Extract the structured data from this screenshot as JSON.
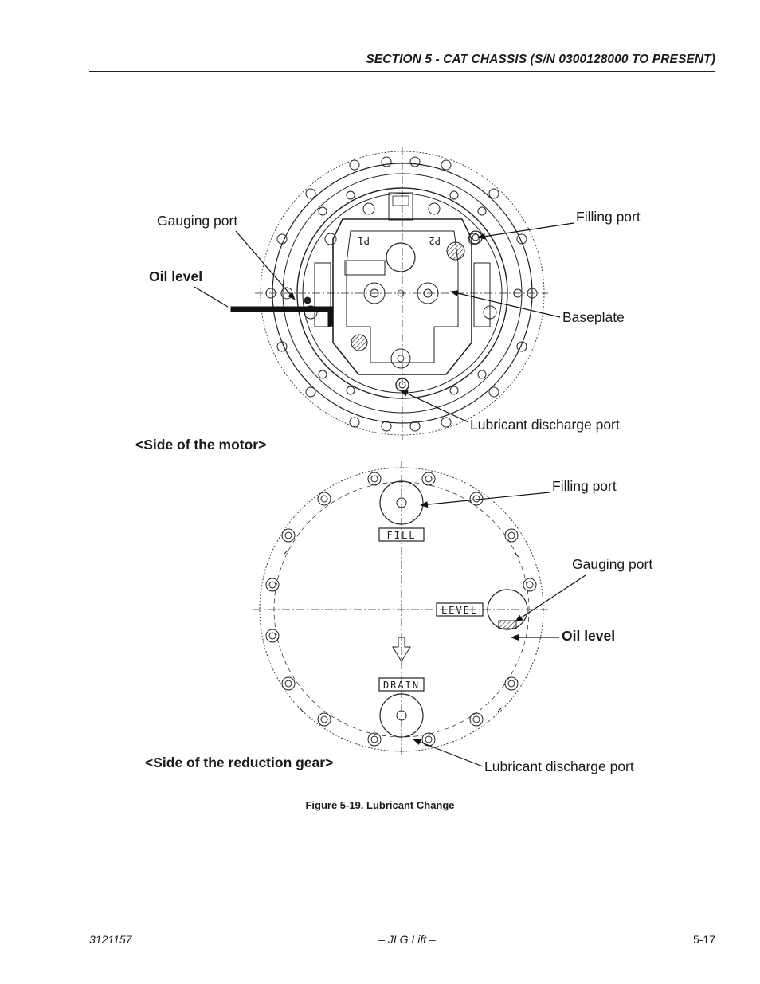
{
  "header": {
    "section_title": "SECTION 5 - CAT CHASSIS (S/N 0300128000 TO PRESENT)"
  },
  "motor_view": {
    "gauging_port": "Gauging port",
    "filling_port": "Filling port",
    "oil_level": "Oil level",
    "baseplate": "Baseplate",
    "lubricant_discharge_port": "Lubricant discharge port",
    "side_label": "<Side of the motor>",
    "marks": {
      "p1": "P1",
      "p2": "P2"
    }
  },
  "gear_view": {
    "filling_port": "Filling port",
    "gauging_port": "Gauging port",
    "oil_level": "Oil level",
    "lubricant_discharge_port": "Lubricant discharge port",
    "side_label": "<Side of the reduction gear>",
    "marks": {
      "fill": "FILL",
      "level": "LEVEL",
      "drain": "DRAIN"
    }
  },
  "figure_caption": "Figure 5-19.  Lubricant Change",
  "footer": {
    "doc_number": "3121157",
    "publisher": "– JLG Lift –",
    "page_number": "5-17"
  }
}
